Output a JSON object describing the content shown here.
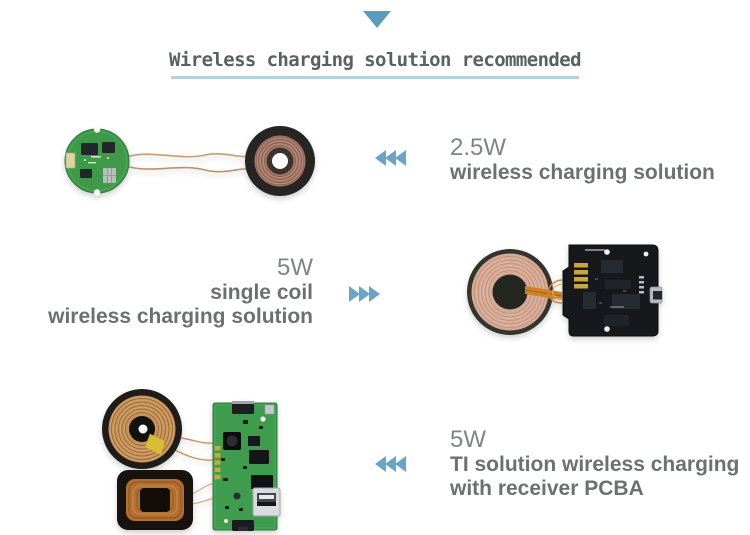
{
  "colors": {
    "accent": "#5b9cbe",
    "arrow": "#6aa5c6",
    "underline": "#b5d2e2",
    "title": "#5a6163",
    "wattage": "#818487",
    "desc": "#6d7073",
    "bg": "#ffffff"
  },
  "header": {
    "title": "Wireless charging solution recommended"
  },
  "sections": [
    {
      "wattage": "2.5W",
      "lines": [
        "wireless charging solution"
      ],
      "arrow_direction": "left",
      "image_name": "round-green-transmitter-pcb-with-copper-coil"
    },
    {
      "wattage": "5W",
      "lines": [
        "single coil",
        "wireless charging solution"
      ],
      "arrow_direction": "right",
      "image_name": "single-copper-coil-with-black-control-pcba"
    },
    {
      "wattage": "5W",
      "lines": [
        "TI solution wireless charging",
        "with receiver PCBA"
      ],
      "arrow_direction": "left",
      "image_name": "round-and-rectangular-coils-with-green-receiver-pcba"
    }
  ]
}
